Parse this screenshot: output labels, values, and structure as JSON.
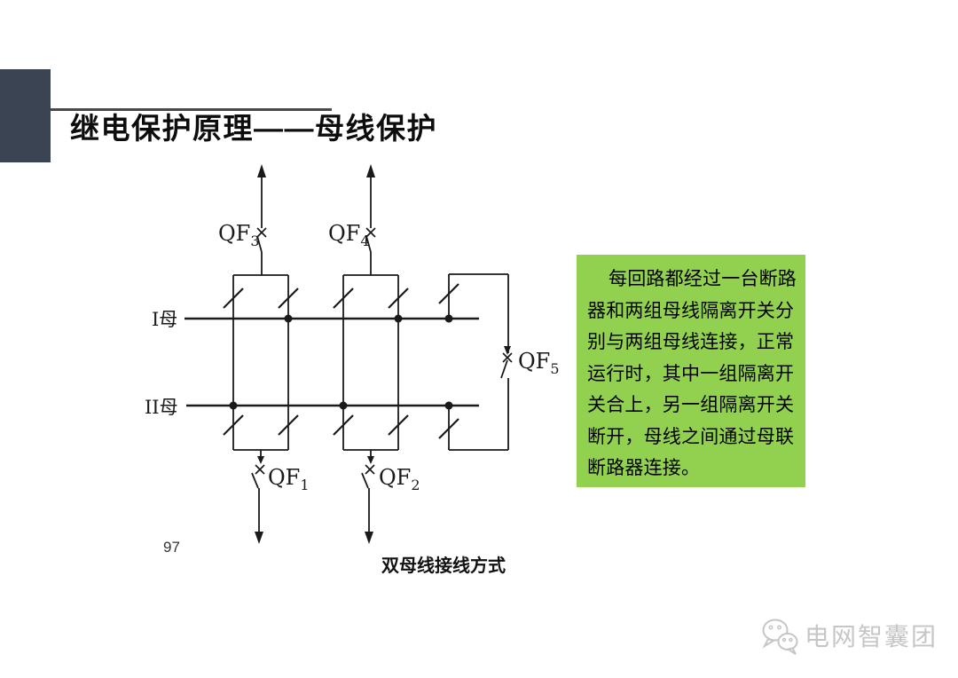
{
  "colors": {
    "corner_square": "#3B4453",
    "title_rule": "#4a4a4a",
    "note_bg": "#92D050",
    "diagram_stroke": "#1a1a1a",
    "watermark_gray": "#c6c6c6"
  },
  "header": {
    "title": "继电保护原理——母线保护"
  },
  "diagram": {
    "bus1_label": "I母",
    "bus2_label": "II母",
    "caption": "双母线接线方式",
    "breakers": {
      "qf1": {
        "name": "QF",
        "sub": "1"
      },
      "qf2": {
        "name": "QF",
        "sub": "2"
      },
      "qf3": {
        "name": "QF",
        "sub": "3"
      },
      "qf4": {
        "name": "QF",
        "sub": "4"
      },
      "qf5": {
        "name": "QF",
        "sub": "5"
      }
    }
  },
  "note_box": {
    "text": "每回路都经过一台断路\n器和两组母线隔离开关分\n别与两组母线连接，正常\n运行时，其中一组隔离开\n关合上，另一组隔离开关\n断开，母线之间通过母联\n断路器连接。"
  },
  "footer": {
    "page_number": "97",
    "watermark_text": "电网智囊团"
  }
}
